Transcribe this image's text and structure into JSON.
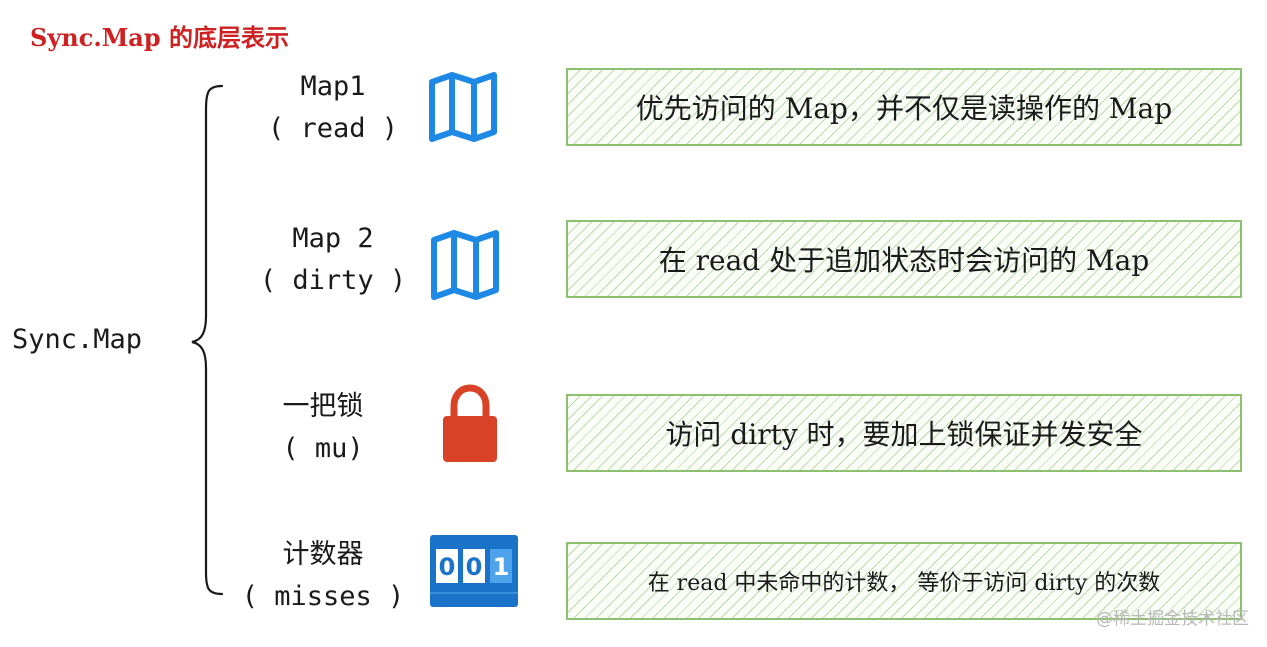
{
  "title": "Sync.Map 的底层表示",
  "root_label": "Sync.Map",
  "items": [
    {
      "name": "Map1",
      "field": "( read )",
      "icon": "map-icon",
      "desc": "优先访问的 Map，并不仅是读操作的 Map"
    },
    {
      "name": "Map 2",
      "field": "( dirty )",
      "icon": "map-icon",
      "desc": "在 read 处于追加状态时会访问的 Map"
    },
    {
      "name": "一把锁",
      "field": "( mu)",
      "icon": "lock-icon",
      "desc": "访问 dirty 时，要加上锁保证并发安全"
    },
    {
      "name": "计数器",
      "field": "( misses )",
      "icon": "counter-icon",
      "counter_digits": [
        "0",
        "0",
        "1"
      ],
      "desc": "在 read 中未命中的计数， 等价于访问 dirty 的次数"
    }
  ],
  "colors": {
    "title": "#cc2222",
    "map_icon": "#1e88e5",
    "lock_icon": "#d84227",
    "counter_bg": "#1a73c8",
    "box_border": "#8cbf6e"
  },
  "watermark": "@稀土掘金技术社区"
}
